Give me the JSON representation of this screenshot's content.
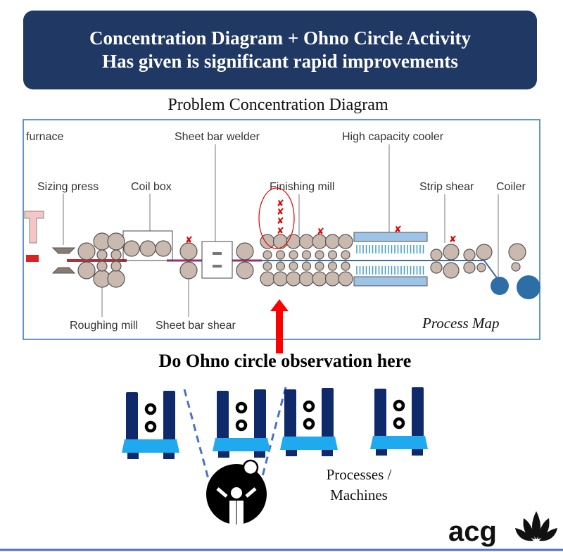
{
  "header": {
    "line1": "Concentration Diagram + Ohno Circle Activity",
    "line2": "Has given is significant rapid improvements"
  },
  "subtitle": "Problem Concentration Diagram",
  "process_map": {
    "caption": "Process Map",
    "labels": {
      "furnace": "furnace",
      "sizing_press": "Sizing press",
      "coil_box": "Coil box",
      "sheet_bar_welder": "Sheet bar welder",
      "finishing_mill": "Finishing mill",
      "high_capacity_cooler": "High capacity cooler",
      "strip_shear": "Strip shear",
      "coiler": "Coiler",
      "roughing_mill": "Roughing mill",
      "sheet_bar_shear": "Sheet bar shear"
    },
    "problem_mark": "✘"
  },
  "callout": "Do Ohno circle observation here",
  "machines_label_line1": "Processes /",
  "machines_label_line2": "Machines",
  "logo": "acg",
  "colors": {
    "header_bg": "#1f3864",
    "frame": "#2e75b6",
    "problem_red": "#e00000",
    "machine_navy": "#0f2a6b",
    "machine_base": "#1faaf0"
  }
}
